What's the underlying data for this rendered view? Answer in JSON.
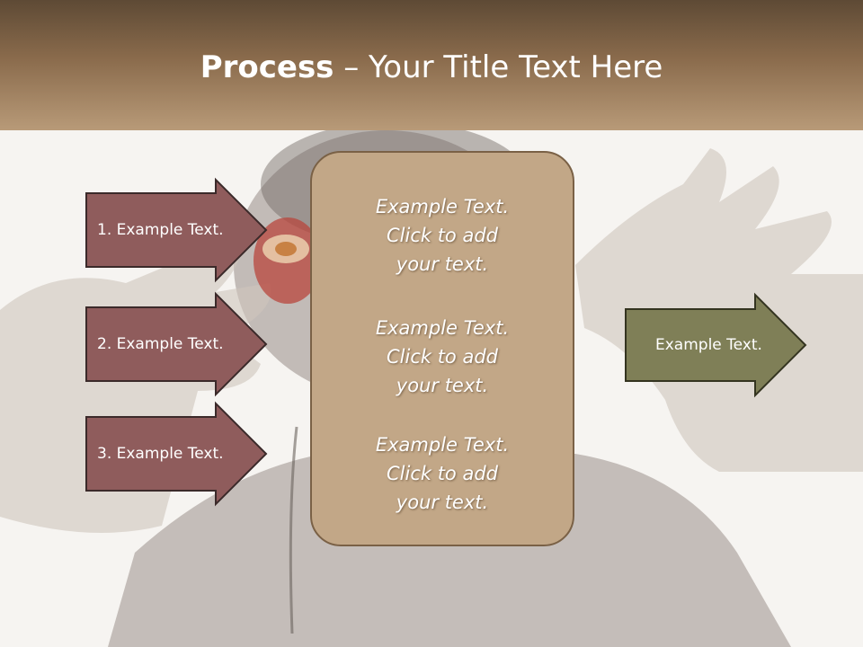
{
  "slide": {
    "title_bold": "Process",
    "title_rest": " – Your Title Text Here"
  },
  "left_arrows": [
    {
      "label": "1. Example Text."
    },
    {
      "label": "2. Example Text."
    },
    {
      "label": "3. Example Text."
    }
  ],
  "center_box": {
    "blocks": [
      {
        "lines": [
          "Example Text.",
          "Click  to add",
          "your text."
        ]
      },
      {
        "lines": [
          "Example Text.",
          "Click  to add",
          "your text."
        ]
      },
      {
        "lines": [
          "Example Text.",
          "Click  to add",
          "your text."
        ]
      }
    ]
  },
  "right_arrow": {
    "label": "Example Text."
  },
  "colors": {
    "header_dark": "#5e4a35",
    "header_light": "#b89a78",
    "left_arrow_fill": "#8f5c5c",
    "right_arrow_fill": "#7f7f57",
    "center_box_fill": "#c2a787"
  }
}
